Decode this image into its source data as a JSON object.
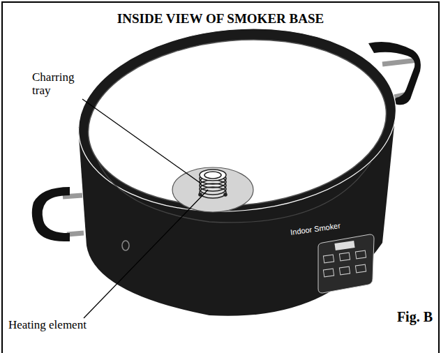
{
  "diagram": {
    "title": "INSIDE VIEW OF SMOKER BASE",
    "caption": "Fig. B",
    "labels": [
      "Charring tray",
      "Heating element",
      "Indoor Smoker"
    ]
  }
}
